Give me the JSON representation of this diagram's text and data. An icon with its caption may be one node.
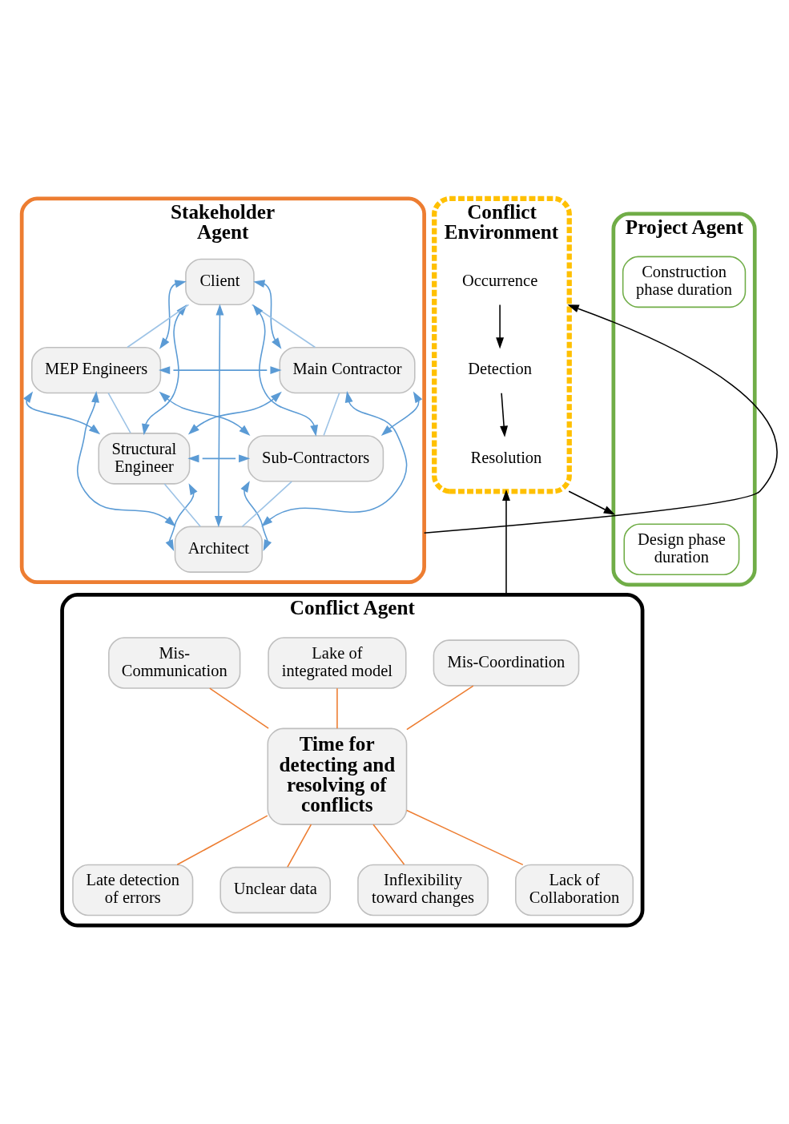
{
  "diagram": {
    "nodes": [
      {
        "text": [
          "Stakeholder Agent"
        ]
      },
      {
        "text": [
          "Client"
        ],
        "in": 0
      },
      {
        "text": [
          "MEP Engineers"
        ],
        "in": 0
      },
      {
        "text": [
          "Main Contractor"
        ],
        "in": 0
      },
      {
        "text": [
          "Structural Engineer"
        ],
        "in": 0
      },
      {
        "text": [
          "Sub-Contractors"
        ],
        "in": 0
      },
      {
        "text": [
          "Architect"
        ],
        "in": 0
      },
      {
        "text": [
          "Conflict Environment"
        ]
      },
      {
        "text": [
          "Occurrence"
        ],
        "in": 7
      },
      {
        "text": [
          "Detection"
        ],
        "in": 7
      },
      {
        "text": [
          "Resolution"
        ],
        "in": 7
      },
      {
        "text": [
          "Project Agent"
        ]
      },
      {
        "text": [
          "Design phase duration"
        ],
        "in": 11
      },
      {
        "text": [
          "Construction phase duration"
        ],
        "in": 11
      },
      {
        "text": [
          "Conflict Agent"
        ]
      },
      {
        "text": [
          "Mis-Coordination"
        ],
        "in": 14
      },
      {
        "text": [
          "Lake of integrated model"
        ],
        "in": 14
      },
      {
        "text": [
          "Mis-Communication"
        ],
        "in": 14
      },
      {
        "text": [
          "Time for detecting and resolving of conflicts"
        ],
        "in": 14
      },
      {
        "text": [
          "Late detection of errors"
        ],
        "in": 14
      },
      {
        "text": [
          "Unclear data"
        ],
        "in": 14
      },
      {
        "text": [
          "Inflexibility toward changes"
        ],
        "in": 14
      },
      {
        "text": [
          "Lack of Collaboration"
        ],
        "in": 14
      }
    ],
    "edges": [
      {
        "from": 1,
        "to": 2,
        "arrow": "both"
      },
      {
        "from": 1,
        "to": 3,
        "arrow": "both"
      },
      {
        "from": 1,
        "to": 4,
        "arrow": "both"
      },
      {
        "from": 1,
        "to": 5,
        "arrow": "both"
      },
      {
        "from": 1,
        "to": 6,
        "arrow": "both"
      },
      {
        "from": 2,
        "to": 3,
        "arrow": "both"
      },
      {
        "from": 2,
        "to": 4,
        "arrow": "both"
      },
      {
        "from": 2,
        "to": 5,
        "arrow": "both"
      },
      {
        "from": 2,
        "to": 6,
        "arrow": "both"
      },
      {
        "from": 3,
        "to": 4,
        "arrow": "both"
      },
      {
        "from": 3,
        "to": 5,
        "arrow": "both"
      },
      {
        "from": 3,
        "to": 6,
        "arrow": "both"
      },
      {
        "from": 4,
        "to": 5,
        "arrow": "both"
      },
      {
        "from": 4,
        "to": 6,
        "arrow": "both"
      },
      {
        "from": 5,
        "to": 6,
        "arrow": "both"
      },
      {
        "from": 1,
        "to": 3,
        "arrow": "none",
        "color": "#9dc3e6"
      },
      {
        "from": 3,
        "to": 5,
        "arrow": "none",
        "color": "#9dc3e6"
      },
      {
        "from": 5,
        "to": 6,
        "arrow": "none",
        "color": "#9dc3e6"
      },
      {
        "from": 6,
        "to": 4,
        "arrow": "none",
        "color": "#9dc3e6"
      },
      {
        "from": 4,
        "to": 2,
        "arrow": "none",
        "color": "#9dc3e6"
      },
      {
        "from": 2,
        "to": 1,
        "arrow": "none",
        "color": "#9dc3e6"
      },
      {
        "from": 0,
        "to": 7,
        "arrow": "to",
        "color": "#000000"
      },
      {
        "from": 14,
        "to": 7,
        "arrow": "to",
        "color": "#000000"
      },
      {
        "from": 7,
        "to": 11,
        "arrow": "to",
        "color": "#000000"
      },
      {
        "from": 8,
        "to": 9,
        "arrow": "to",
        "color": "#000000"
      },
      {
        "from": 9,
        "to": 10,
        "arrow": "to",
        "color": "#000000"
      },
      {
        "from": 15,
        "to": 18,
        "arrow": "none",
        "color": "#ed7d31"
      },
      {
        "from": 16,
        "to": 18,
        "arrow": "none",
        "color": "#ed7d31"
      },
      {
        "from": 17,
        "to": 18,
        "arrow": "none",
        "color": "#ed7d31"
      },
      {
        "from": 18,
        "to": 19,
        "arrow": "none",
        "color": "#ed7d31"
      },
      {
        "from": 18,
        "to": 20,
        "arrow": "none",
        "color": "#ed7d31"
      },
      {
        "from": 18,
        "to": 21,
        "arrow": "none",
        "color": "#ed7d31"
      },
      {
        "from": 18,
        "to": 22,
        "arrow": "none",
        "color": "#ed7d31"
      }
    ]
  }
}
